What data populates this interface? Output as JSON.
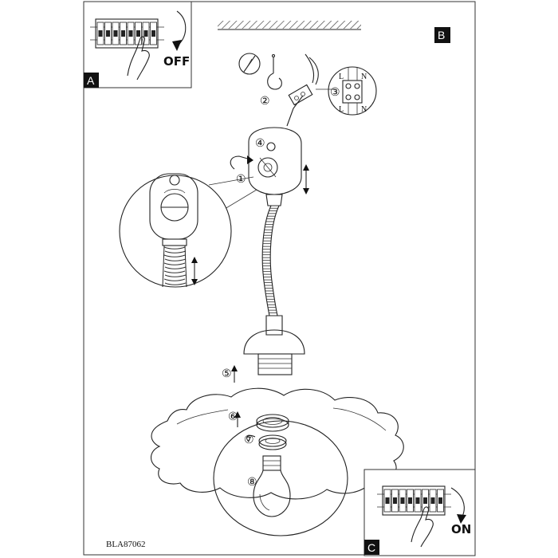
{
  "panels": {
    "a": {
      "label": "A",
      "switch_text": "OFF"
    },
    "b": {
      "label": "B"
    },
    "c": {
      "label": "C",
      "switch_text": "ON"
    }
  },
  "steps": [
    "①",
    "②",
    "③",
    "④",
    "⑤",
    "⑥",
    "⑦",
    "⑧"
  ],
  "terminal": {
    "top_left": "L",
    "top_right": "N",
    "bottom_left": "L",
    "bottom_right": "N"
  },
  "document_code": "BLA87062",
  "colors": {
    "ink": "#222222",
    "label_bg": "#111111",
    "label_text": "#ffffff"
  }
}
